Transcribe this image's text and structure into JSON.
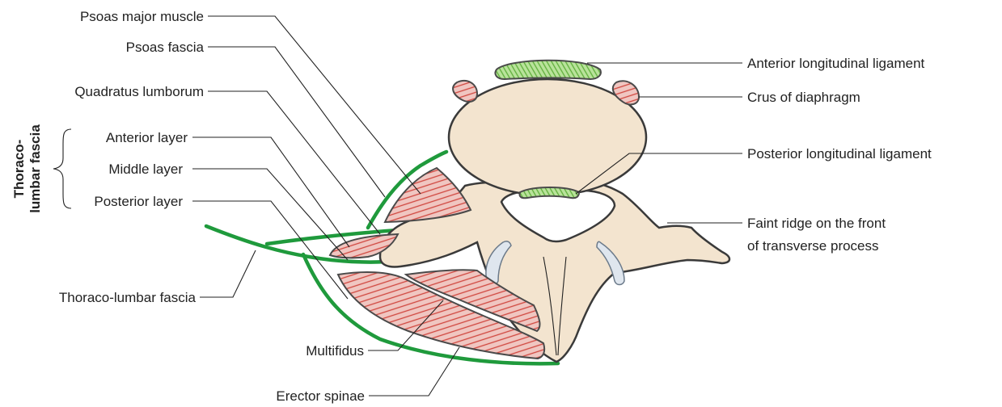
{
  "labels": {
    "psoas_major_muscle": "Psoas major muscle",
    "psoas_fascia": "Psoas fascia",
    "quadratus_lumborum": "Quadratus lumborum",
    "thoracolumbar_group_line1": "Thoraco-",
    "thoracolumbar_group_line2": "lumbar fascia",
    "anterior_layer": "Anterior layer",
    "middle_layer": "Middle layer",
    "posterior_layer": "Posterior layer",
    "thoraco_lumbar_fascia": "Thoraco-lumbar fascia",
    "multifidus": "Multifidus",
    "erector_spinae": "Erector spinae",
    "anterior_longitudinal_ligament": "Anterior longitudinal ligament",
    "crus_of_diaphragm": "Crus of diaphragm",
    "posterior_longitudinal_ligament": "Posterior longitudinal ligament",
    "faint_ridge_line1": "Faint ridge on the front",
    "faint_ridge_line2": "of transverse process"
  },
  "colors": {
    "bone": "#f3e4cf",
    "muscle": "#f0c6c1",
    "muscle_striation": "#d0473f",
    "ligament": "#a8d98a",
    "fascia": "#1f9a3c",
    "facet": "#dfe6ee",
    "text": "#222222"
  }
}
